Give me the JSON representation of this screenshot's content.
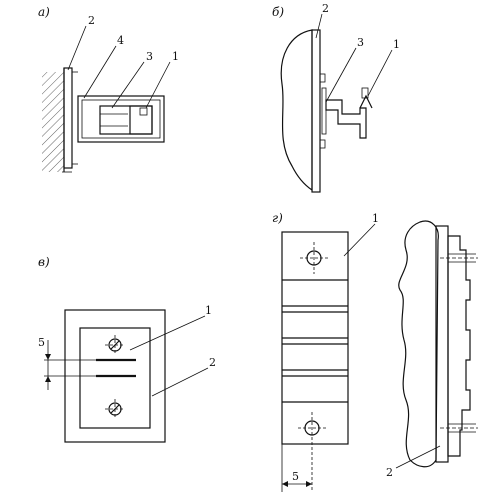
{
  "panels": {
    "a": {
      "letter": "а)",
      "callouts": [
        "2",
        "4",
        "3",
        "1"
      ]
    },
    "b": {
      "letter": "б)",
      "callouts": [
        "2",
        "3",
        "1"
      ]
    },
    "v": {
      "letter": "в)",
      "callouts": [
        "1",
        "2"
      ],
      "dimension": "5"
    },
    "g": {
      "letter": "г)",
      "callouts": [
        "1",
        "2"
      ],
      "dimension": "5"
    }
  }
}
